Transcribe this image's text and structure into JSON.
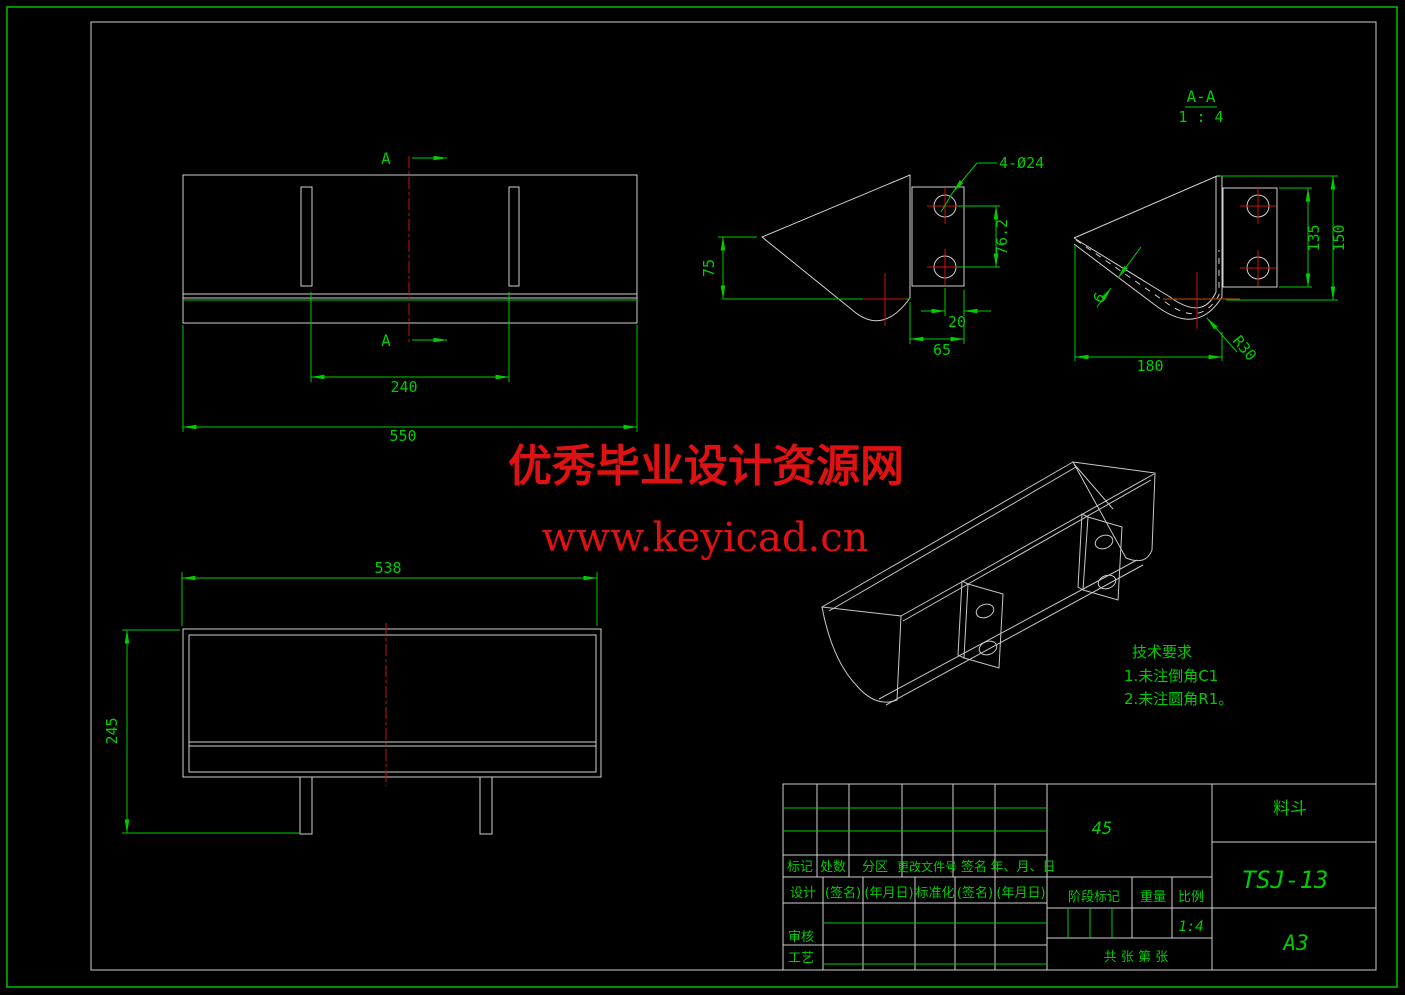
{
  "colors": {
    "background": "#000000",
    "geometry_white": "#d0d0d0",
    "annotation_green": "#00cc00",
    "centerline_red": "#cc1111",
    "watermark_red": "#de1212",
    "border_green": "#00b300"
  },
  "section_label": {
    "name": "A-A",
    "scale": "1 : 4"
  },
  "top_view": {
    "arrow_label": "A",
    "dim_240": "240",
    "dim_550": "550"
  },
  "side_view": {
    "callout": "4-Ø24",
    "dim_75": "75",
    "dim_762": "76.2",
    "dim_20": "20",
    "dim_65": "65"
  },
  "section_view": {
    "dim_135": "135",
    "dim_150": "150",
    "dim_180": "180",
    "dim_6": "6",
    "dim_r30": "R30"
  },
  "front_view": {
    "dim_538": "538",
    "dim_245": "245"
  },
  "tech": {
    "title": "技术要求",
    "line1": "1.未注倒角C1",
    "line2": "2.未注圆角R1。"
  },
  "watermark": {
    "line1": "优秀毕业设计资源网",
    "line2": "www.keyicad.cn"
  },
  "tb": {
    "header_row": [
      "标记",
      "处数",
      "分区",
      "更改文件号",
      "签名",
      "年、月、日"
    ],
    "sign_row": [
      "设计",
      "(签名)",
      "(年月日)",
      "标准化",
      "(签名)",
      "(年月日)"
    ],
    "audit": "审核",
    "craft": "工艺",
    "material": "45",
    "stage_label": "阶段标记",
    "weight_label": "重量",
    "scale_label": "比例",
    "scale_value": "1:4",
    "sheet_info": "共  张 第  张",
    "part_name": "料斗",
    "drawing_no": "TSJ-13",
    "sheet_size": "A3"
  }
}
